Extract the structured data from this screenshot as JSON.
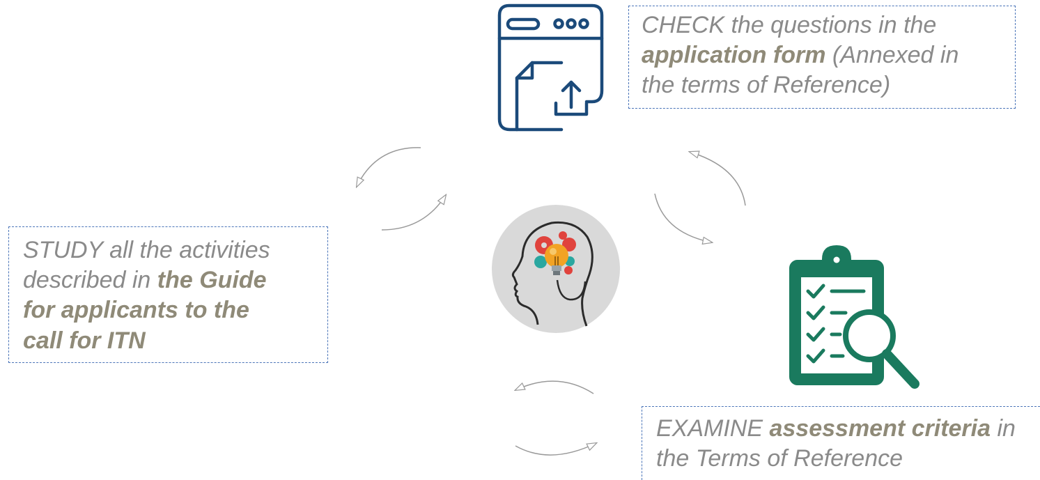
{
  "steps": {
    "check": {
      "line1": "CHECK the questions in the",
      "line2_bold": "application form",
      "line2_rest": " (Annexed in",
      "line3": "the terms of Reference)"
    },
    "study": {
      "line1": "STUDY all the activities",
      "line2": "described in ",
      "line2_bold": "the Guide",
      "line3_bold": "for applicants to the",
      "line4_bold": "call for ITN"
    },
    "examine": {
      "line1": "EXAMINE ",
      "line1_bold": "assessment criteria",
      "line1_rest": " in",
      "line2": "the  Terms of Reference"
    }
  },
  "icons": {
    "center": "brain-gears-lightbulb-icon",
    "top": "browser-upload-document-icon",
    "right": "clipboard-checklist-magnifier-icon",
    "arrows": "cycle-arrow-icon"
  },
  "colors": {
    "top_icon": "#1b4a7a",
    "right_icon": "#1a7a5e",
    "center_circle": "#d9d9d9",
    "box_border": "#4a74b8",
    "text": "#8a8a8a",
    "bold_text": "#8f8a78"
  }
}
